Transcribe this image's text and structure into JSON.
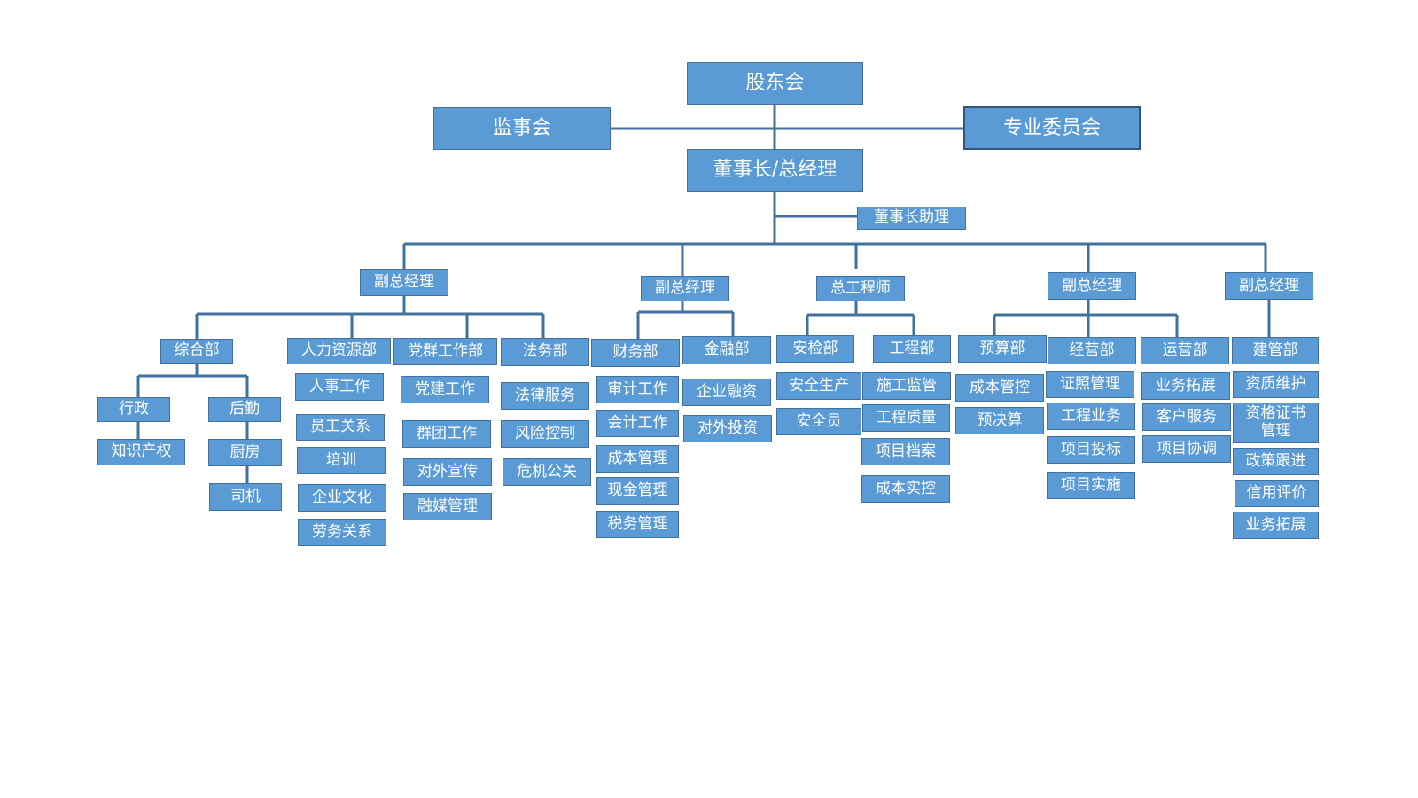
{
  "org": {
    "shareholders": "股东会",
    "supervisors": "监事会",
    "committee": "专业委员会",
    "chairman": "董事长/总经理",
    "assistant": "董事长助理",
    "vp1": "副总经理",
    "vp2": "副总经理",
    "chief_engineer": "总工程师",
    "vp3": "副总经理",
    "vp4": "副总经理",
    "dept_general": "综合部",
    "general_admin": "行政",
    "general_ip": "知识产权",
    "general_logistics": "后勤",
    "general_kitchen": "厨房",
    "general_driver": "司机",
    "dept_hr": "人力资源部",
    "hr_personnel": "人事工作",
    "hr_relations": "员工关系",
    "hr_training": "培训",
    "hr_culture": "企业文化",
    "hr_labor": "劳务关系",
    "dept_party": "党群工作部",
    "party_building": "党建工作",
    "party_group": "群团工作",
    "party_pr": "对外宣传",
    "party_media": "融媒管理",
    "dept_legal": "法务部",
    "legal_service": "法律服务",
    "legal_risk": "风险控制",
    "legal_crisis": "危机公关",
    "dept_finance": "财务部",
    "fin_audit": "审计工作",
    "fin_accounting": "会计工作",
    "fin_cost": "成本管理",
    "fin_cash": "现金管理",
    "fin_tax": "税务管理",
    "dept_banking": "金融部",
    "bank_financing": "企业融资",
    "bank_invest": "对外投资",
    "dept_safety": "安检部",
    "safety_production": "安全生产",
    "safety_officer": "安全员",
    "dept_engineering": "工程部",
    "eng_supervision": "施工监管",
    "eng_quality": "工程质量",
    "eng_archive": "项目档案",
    "eng_cost": "成本实控",
    "dept_budget": "预算部",
    "budget_cost": "成本管控",
    "budget_final": "预决算",
    "dept_business": "经营部",
    "biz_license": "证照管理",
    "biz_engineering": "工程业务",
    "biz_bidding": "项目投标",
    "biz_implementation": "项目实施",
    "dept_operations": "运营部",
    "ops_expand": "业务拓展",
    "ops_customer": "客户服务",
    "ops_coordination": "项目协调",
    "dept_construction": "建管部",
    "con_qualification": "资质维护",
    "con_certificate": "资格证书\n管理",
    "con_policy": "政策跟进",
    "con_credit": "信用评价",
    "con_expand": "业务拓展"
  },
  "colors": {
    "box_fill": "#5b9bd5",
    "box_border": "#41719c",
    "line": "#41719c",
    "text": "#ffffff"
  }
}
